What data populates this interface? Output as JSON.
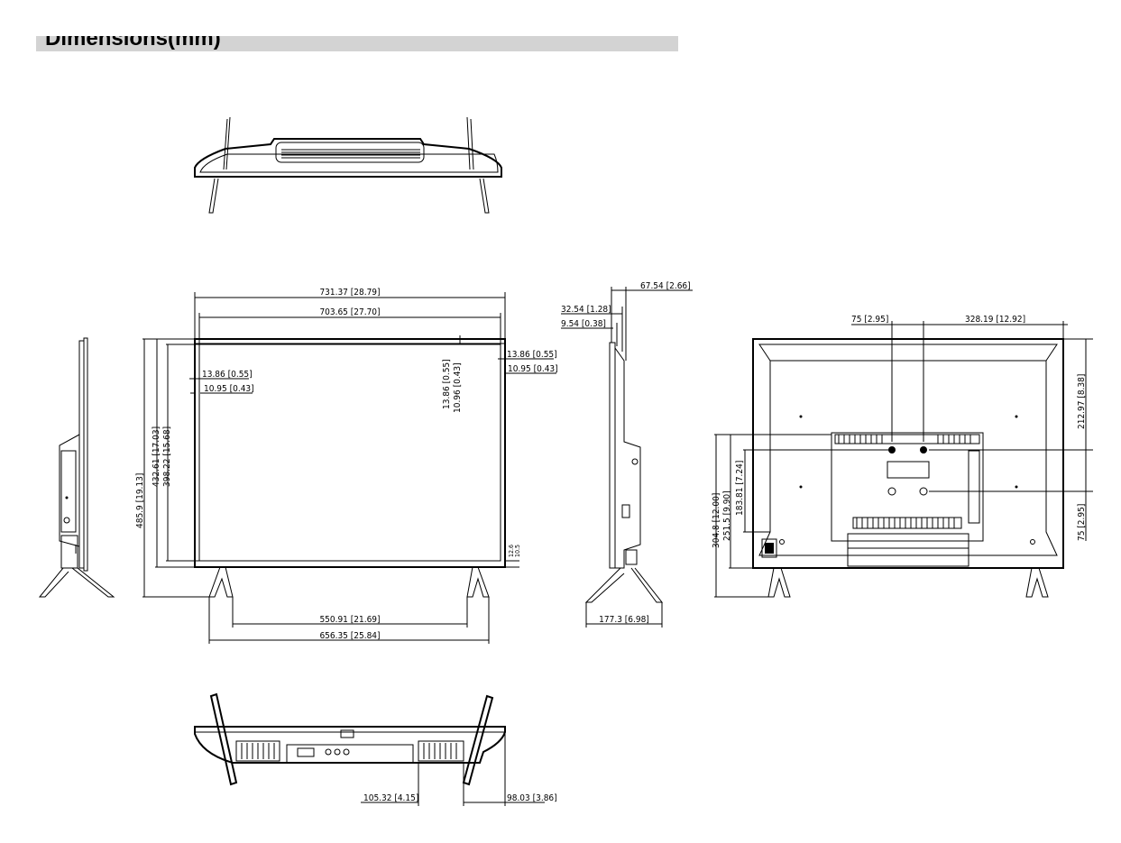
{
  "title": "Dimensions(mm)",
  "front": {
    "overall_width": "731.37 [28.79]",
    "panel_width": "703.65 [27.70]",
    "left_border_1": "13.86 [0.55]",
    "left_border_2": "10.95 [0.43]",
    "top_border_1": "13.86 [0.55]",
    "top_border_2": "10.96 [0.43]",
    "right_border_1": "13.86 [0.55]",
    "right_border_2": "10.95 [0.43]",
    "overall_height": "485.9 [19.13]",
    "body_height": "432.61 [17.03]",
    "panel_height": "398.22 [15.68]",
    "stand_inner_span": "550.91 [21.69]",
    "stand_outer_span": "656.35 [25.84]",
    "bottom_small_1": "12.6",
    "bottom_small_2": "10.5"
  },
  "side": {
    "depth_overall": "67.54 [2.66]",
    "depth_1": "32.54 [1.28]",
    "depth_2": "9.54 [0.38]",
    "stand_depth": "177.3 [6.98]"
  },
  "back": {
    "vesa_horizontal": "75 [2.95]",
    "offset_right": "328.19 [12.92]",
    "height_top": "212.97 [8.38]",
    "vesa_vertical": "75 [2.95]",
    "height_1": "304.8 [12.00]",
    "height_2": "251.5 [9.90]",
    "height_3": "183.81 [7.24]"
  },
  "bottom": {
    "offset_left": "105.32 [4.15]",
    "offset_right": "98.03 [3.86]"
  }
}
